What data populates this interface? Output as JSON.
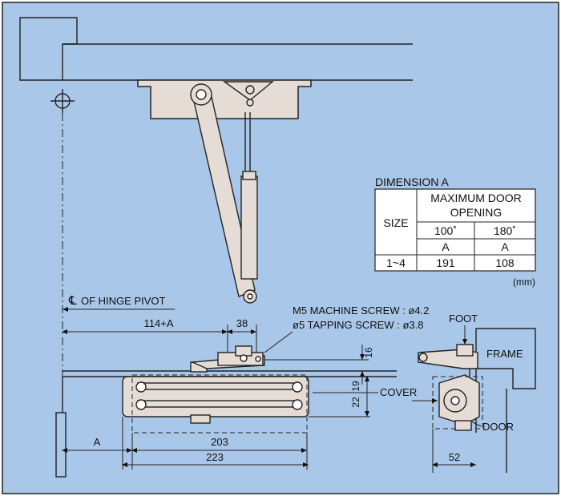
{
  "colors": {
    "background": "#a9c7e8",
    "closer_body": "#e6dcd6",
    "outline": "#222222",
    "table_bg": "#ffffff"
  },
  "table": {
    "title": "DIMENSION A",
    "header_size": "SIZE",
    "header_max_line1": "MAXIMUM DOOR",
    "header_max_line2": "OPENING",
    "col1_deg": "100˚",
    "col2_deg": "180˚",
    "col1_sub": "A",
    "col2_sub": "A",
    "row_size": "1~4",
    "row_val1": "191",
    "row_val2": "108",
    "unit": "(mm)"
  },
  "labels": {
    "hinge_pivot": "OF HINGE PIVOT",
    "cl_symbol": "℄",
    "screw1": "M5 MACHINE SCREW : ø4.2",
    "screw2": "ø5 TAPPING SCREW : ø3.8",
    "foot": "FOOT",
    "frame": "FRAME",
    "cover": "COVER",
    "door": "DOOR"
  },
  "dimensions": {
    "d_114a": "114+A",
    "d_38": "38",
    "d_16": "16",
    "d_19": "19",
    "d_22": "22",
    "d_a": "A",
    "d_203": "203",
    "d_223": "223",
    "d_52": "52"
  }
}
